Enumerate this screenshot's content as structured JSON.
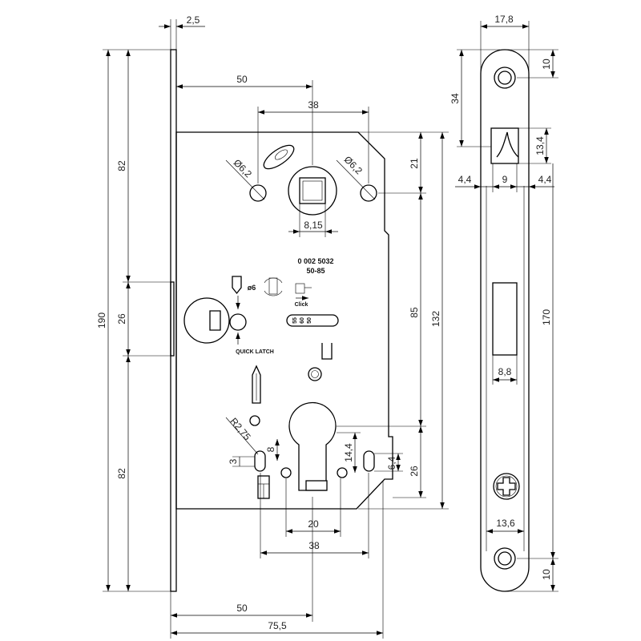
{
  "lock_side_view": {
    "faceplate_thickness": "2,5",
    "faceplate_height": "190",
    "faceplate_upper": "82",
    "faceplate_latch": "26",
    "faceplate_lower": "82"
  },
  "lock_case": {
    "spindle_backset_top": "50",
    "top_holes_spacing": "38",
    "hole_diameter_left": "Ø6,2",
    "hole_diameter_right": "Ø6,2",
    "spindle_from_top": "21",
    "spindle_square": "8,15",
    "centre_distance": "85",
    "case_height": "132",
    "cylinder_radius": "R2,75",
    "cylinder_offset": "8",
    "slot_offset": "3",
    "cylinder_to_slot": "14,4",
    "slot_width": "6,4",
    "cylinder_lower": "26",
    "cylinder_holes": "20",
    "bottom_holes_spacing": "38",
    "backset": "50",
    "case_depth": "75,5"
  },
  "markings": {
    "article_number": "0 002 5032",
    "backset_range": "50-85",
    "pin_diameter": "ø6",
    "click_label": "Click",
    "quick_latch_label": "QUICK LATCH",
    "backset_options": [
      "55",
      "60",
      "50"
    ]
  },
  "strike_plate": {
    "width": "17,8",
    "top_hole_offset": "10",
    "latch_position": "34",
    "latch_height": "13,4",
    "margin_left": "4,4",
    "latch_width": "9",
    "margin_right": "4,4",
    "hole_spacing": "170",
    "bolt_width": "8,8",
    "groove_width": "13,6",
    "bottom_hole_offset": "10"
  }
}
